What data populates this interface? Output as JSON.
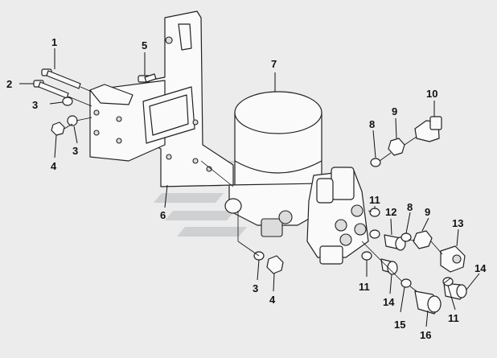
{
  "diagram": {
    "labels": [
      {
        "id": "1",
        "text": "1"
      },
      {
        "id": "2",
        "text": "2"
      },
      {
        "id": "3a",
        "text": "3"
      },
      {
        "id": "3b",
        "text": "3"
      },
      {
        "id": "3c",
        "text": "3"
      },
      {
        "id": "4a",
        "text": "4"
      },
      {
        "id": "4b",
        "text": "4"
      },
      {
        "id": "5",
        "text": "5"
      },
      {
        "id": "6",
        "text": "6"
      },
      {
        "id": "7",
        "text": "7"
      },
      {
        "id": "8a",
        "text": "8"
      },
      {
        "id": "8b",
        "text": "8"
      },
      {
        "id": "9a",
        "text": "9"
      },
      {
        "id": "9b",
        "text": "9"
      },
      {
        "id": "10",
        "text": "10"
      },
      {
        "id": "11a",
        "text": "11"
      },
      {
        "id": "11b",
        "text": "11"
      },
      {
        "id": "11c",
        "text": "11"
      },
      {
        "id": "12",
        "text": "12"
      },
      {
        "id": "13",
        "text": "13"
      },
      {
        "id": "14a",
        "text": "14"
      },
      {
        "id": "14b",
        "text": "14"
      },
      {
        "id": "15",
        "text": "15"
      },
      {
        "id": "16",
        "text": "16"
      }
    ]
  }
}
